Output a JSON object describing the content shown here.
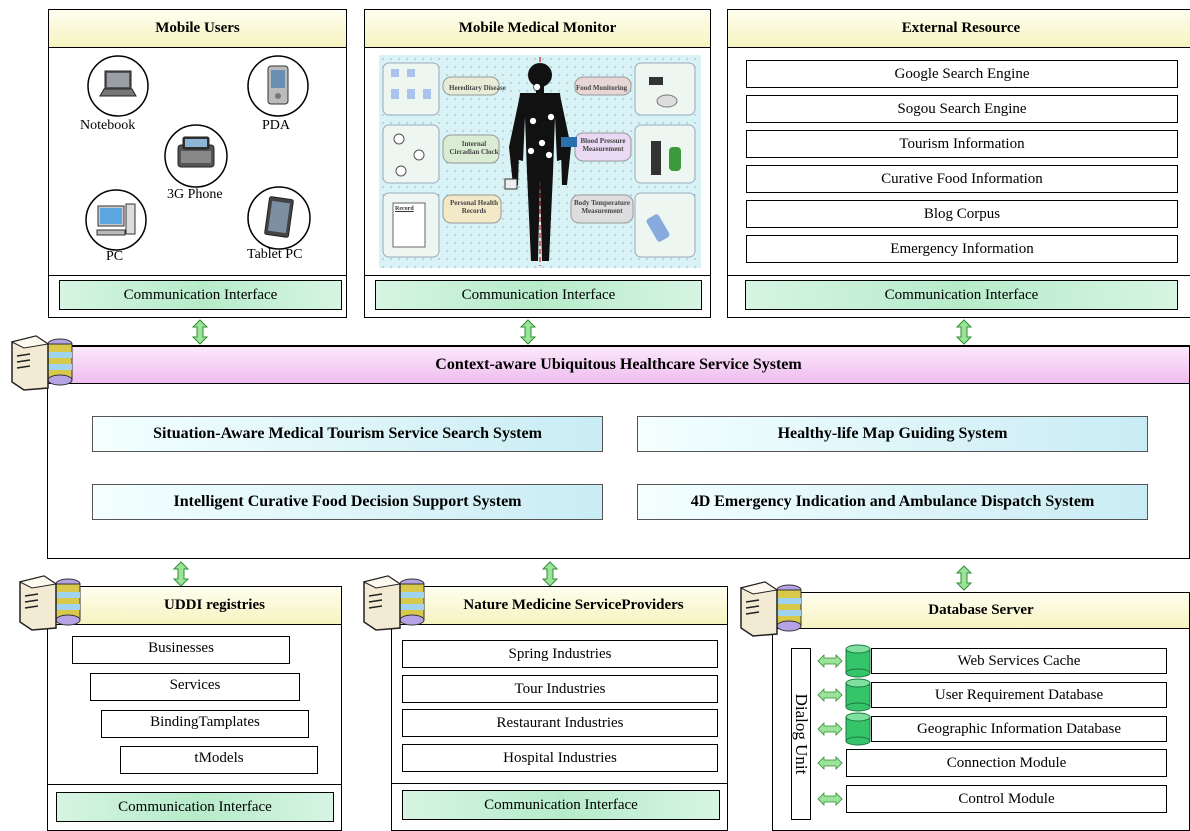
{
  "mobile_users": {
    "title": "Mobile Users",
    "devices": [
      "Notebook",
      "PDA",
      "3G Phone",
      "PC",
      "Tablet PC"
    ],
    "comm": "Communication Interface"
  },
  "monitor": {
    "title": "Mobile Medical Monitor",
    "labels": [
      "Hereditary Disease",
      "Internal Circadian Clock",
      "Personal Health Records",
      "Food Monitoring",
      "Blood Pressure Measurement",
      "Body Temperature Measurement",
      "Record"
    ],
    "comm": "Communication Interface"
  },
  "external": {
    "title": "External Resource",
    "items": [
      "Google Search Engine",
      "Sogou Search Engine",
      "Tourism Information",
      "Curative Food Information",
      "Blog Corpus",
      "Emergency Information"
    ],
    "comm": "Communication Interface"
  },
  "central": {
    "title": "Context-aware Ubiquitous Healthcare Service System",
    "systems": [
      "Situation-Aware Medical Tourism Service Search System",
      "Healthy-life Map Guiding System",
      "Intelligent Curative Food Decision Support System",
      "4D Emergency Indication and Ambulance Dispatch System"
    ]
  },
  "uddi": {
    "title": "UDDI registries",
    "items": [
      "Businesses",
      "Services",
      "BindingTamplates",
      "tModels"
    ],
    "comm": "Communication Interface"
  },
  "nature": {
    "title": "Nature Medicine ServiceProviders",
    "items": [
      "Spring Industries",
      "Tour Industries",
      "Restaurant Industries",
      "Hospital Industries"
    ],
    "comm": "Communication Interface"
  },
  "database": {
    "title": "Database Server",
    "dialog": "Dialog Unit",
    "items": [
      "Web Services Cache",
      "User Requirement Database",
      "Geographic Information Database",
      "Connection Module",
      "Control Module"
    ]
  },
  "colors": {
    "title_yellow": "#f6f3bf",
    "comm_green": "#b6ebca",
    "system_cyan": "#c9ecf4",
    "central_pink": "#eebdf0",
    "arrow_green": "#6fd46f",
    "monitor_bg": "#d8f2f5"
  }
}
